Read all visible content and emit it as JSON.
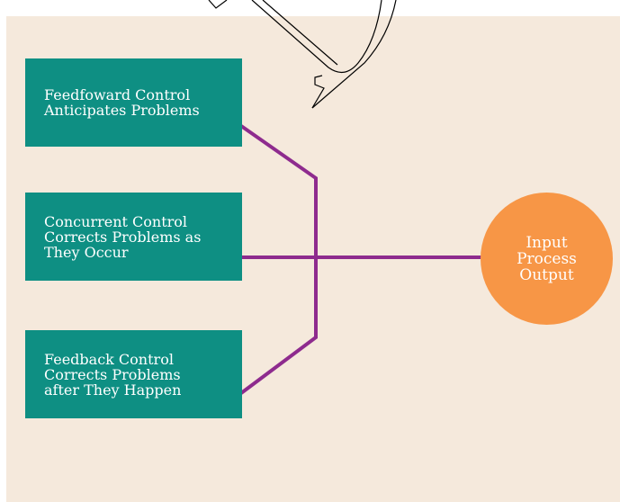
{
  "colors": {
    "background": "#f5e9dc",
    "box_fill": "#0e8f83",
    "connector": "#8e2b8e",
    "circle_fill": "#f79646"
  },
  "boxes": [
    {
      "text": "Feedfoward Control\nAnticipates Problems"
    },
    {
      "text": "Concurrent Control\nCorrects Problems as\nThey Occur"
    },
    {
      "text": "Feedback Control\nCorrects Problems\nafter They Happen"
    }
  ],
  "process": {
    "text": "Input\nProcess\nOutput"
  },
  "decoration": {
    "icon": "funnel-outline-icon"
  }
}
